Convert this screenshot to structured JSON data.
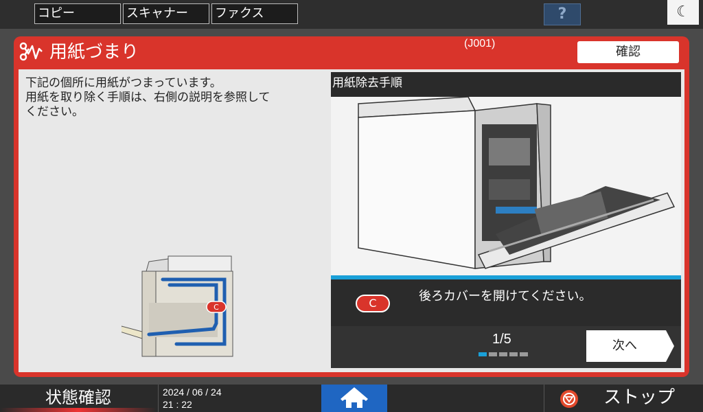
{
  "topbar": {
    "copy": "コピー",
    "scanner": "スキャナー",
    "fax": "ファクス",
    "help": "?",
    "moon": "☾"
  },
  "dialog": {
    "title": "用紙づまり",
    "code": "(J001)",
    "confirm_label": "確認",
    "message": "下記の個所に用紙がつまっています。\n用紙を取り除く手順は、右側の説明を参照して\nください。",
    "machine_badge": "C"
  },
  "panel": {
    "title": "用紙除去手順",
    "step_badge": "C",
    "step_text": "後ろカバーを開けてください。",
    "page": "1/5",
    "current_step": 1,
    "total_steps": 5,
    "next_label": "次へ"
  },
  "bottombar": {
    "status_label": "状態確認",
    "date": "2024 / 06 / 24",
    "time": "21 : 22",
    "stop_label": "ストップ"
  },
  "colors": {
    "accent_red": "#d9342b",
    "progress_blue": "#1aa0d8",
    "home_blue": "#1f66c2"
  }
}
